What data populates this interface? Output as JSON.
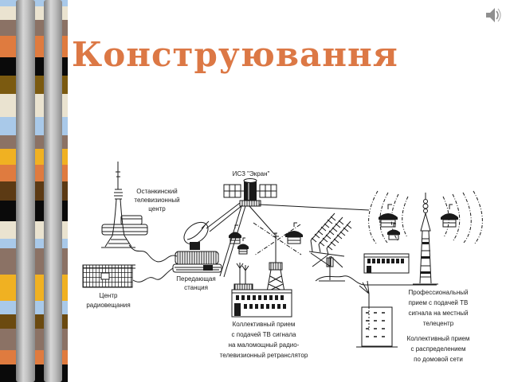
{
  "slide": {
    "title": "Конструювання",
    "title_color": "#DC7845",
    "background_color": "#FFFFFF"
  },
  "speaker": {
    "color": "#8F8F8F"
  },
  "strip": {
    "bands": [
      {
        "color": "#A9C9E9",
        "height": 8
      },
      {
        "color": "#EAE3D0",
        "height": 17
      },
      {
        "color": "#8B7265",
        "height": 20
      },
      {
        "color": "#DF7B3F",
        "height": 27
      },
      {
        "color": "#0A0A0A",
        "height": 23
      },
      {
        "color": "#7B5A10",
        "height": 23
      },
      {
        "color": "#EAE3D0",
        "height": 29
      },
      {
        "color": "#A9C9E9",
        "height": 23
      },
      {
        "color": "#8B7265",
        "height": 17
      },
      {
        "color": "#F0B122",
        "height": 20
      },
      {
        "color": "#DF7B3F",
        "height": 21
      },
      {
        "color": "#5C3A14",
        "height": 24
      },
      {
        "color": "#0A0A0A",
        "height": 26
      },
      {
        "color": "#EAE3D0",
        "height": 22
      },
      {
        "color": "#A9C9E9",
        "height": 12
      },
      {
        "color": "#8B7265",
        "height": 33
      },
      {
        "color": "#F0B122",
        "height": 33
      },
      {
        "color": "#A9C9E9",
        "height": 17
      },
      {
        "color": "#6B4A10",
        "height": 18
      },
      {
        "color": "#8B7265",
        "height": 27
      },
      {
        "color": "#DF7B3F",
        "height": 18
      },
      {
        "color": "#0A0A0A",
        "height": 22
      }
    ]
  },
  "diagram": {
    "ink_color": "#1A1A1A",
    "labels": {
      "ostankino": [
        "Останкинский",
        "телевизионный",
        "центр"
      ],
      "radio_center": [
        "Центр",
        "радиовещания"
      ],
      "transmit_station": [
        "Передающая",
        "станция"
      ],
      "satellite": "ИСЗ \"Экран\"",
      "collective_relay": [
        "Коллективный прием",
        "с подачей ТВ сигнала",
        "на маломощный радио-",
        "телевизионный ретранслятор"
      ],
      "professional": [
        "Профессиональный",
        "прием с подачей ТВ",
        "сигнала на местный",
        "телецентр"
      ],
      "collective_network": [
        "Коллективный прием",
        "с распределением",
        "по домовой сети"
      ]
    }
  }
}
